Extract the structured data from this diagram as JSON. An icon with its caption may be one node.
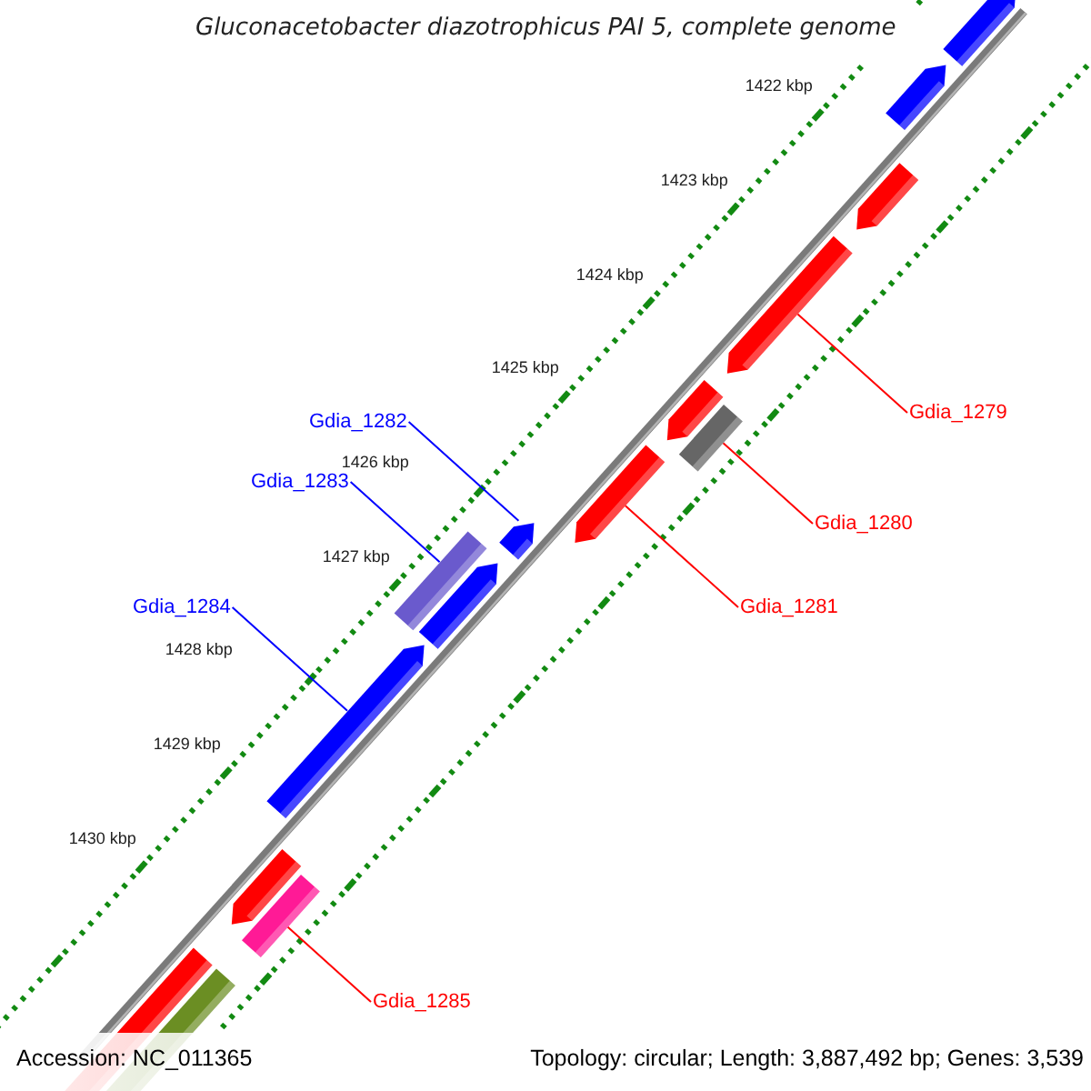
{
  "diagram": {
    "title": "Gluconacetobacter diazotrophicus PAI 5, complete genome",
    "nodes": [
      {
        "text": [
          "Gdia_1279"
        ]
      },
      {
        "text": [
          "Gdia_1282"
        ]
      },
      {
        "text": [
          "Gdia_1283"
        ]
      },
      {
        "text": [
          "Gdia_1280"
        ]
      },
      {
        "text": [
          "Gdia_1281"
        ]
      },
      {
        "text": [
          "Gdia_1284"
        ]
      },
      {
        "text": [
          "Gdia_1285"
        ]
      },
      {
        "text": [],
        "shape": "arrow"
      },
      {
        "text": [],
        "shape": "arrow"
      },
      {
        "text": [],
        "shape": "bar"
      },
      {
        "text": [],
        "shape": "bar"
      },
      {
        "text": [],
        "shape": "arrow"
      },
      {
        "text": [],
        "shape": "arrow"
      },
      {
        "text": [],
        "shape": "bar"
      },
      {
        "text": [],
        "shape": "arrow"
      },
      {
        "text": [],
        "shape": "arrow"
      },
      {
        "text": [],
        "shape": "arrow"
      },
      {
        "text": [],
        "shape": "arrow"
      },
      {
        "text": [],
        "shape": "arrow"
      },
      {
        "text": [],
        "shape": "arrow"
      },
      {
        "text": [],
        "shape": "arrow"
      },
      {
        "text": [],
        "shape": "bar"
      }
    ],
    "edges": [
      {
        "from": 0,
        "to": 7,
        "arrow": "none"
      },
      {
        "from": 1,
        "to": 8,
        "arrow": "none",
        "color": "#0000ff"
      },
      {
        "from": 2,
        "to": 9,
        "arrow": "none",
        "color": "#0000ff"
      },
      {
        "from": 3,
        "to": 10,
        "arrow": "none"
      },
      {
        "from": 4,
        "to": 11,
        "arrow": "none"
      },
      {
        "from": 5,
        "to": 12,
        "arrow": "none",
        "color": "#0000ff"
      },
      {
        "from": 6,
        "to": 13,
        "arrow": "none"
      }
    ],
    "labels": [
      "1422 kbp",
      "1423 kbp",
      "1424 kbp",
      "1425 kbp",
      "1426 kbp",
      "1427 kbp",
      "1428 kbp",
      "1429 kbp",
      "1430 kbp",
      "Accession: NC_011365",
      "Topology: circular; Length: 3,887,492 bp; Genes: 3,539"
    ]
  }
}
